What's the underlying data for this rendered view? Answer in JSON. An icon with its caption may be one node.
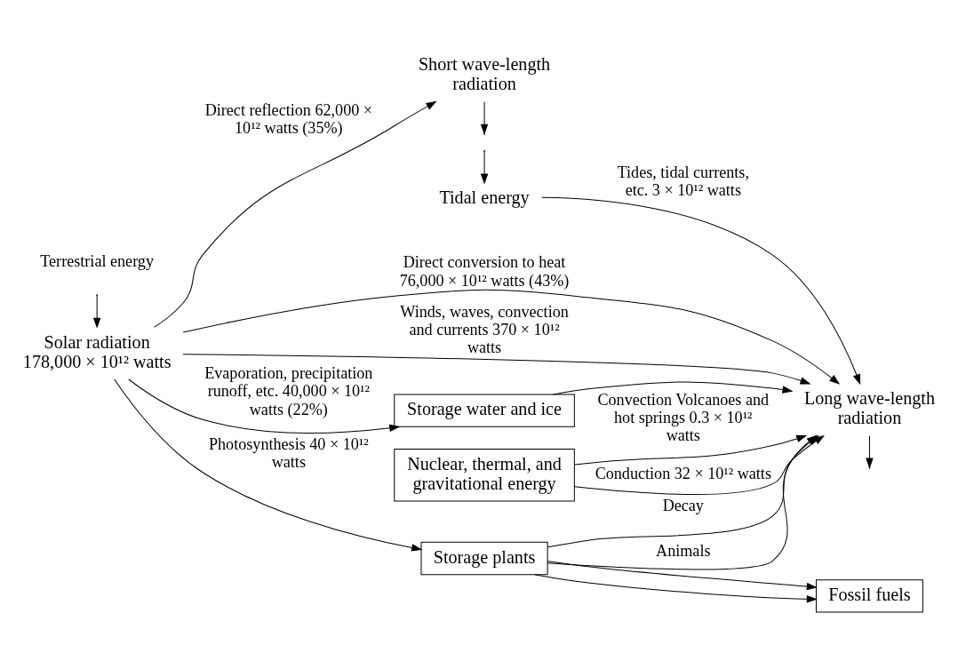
{
  "diagram": {
    "nodes": [
      {
        "text": [
          "Solar radiation 178,000 × 10¹² watts"
        ]
      },
      {
        "text": [
          "Short wave-length radiation"
        ]
      },
      {
        "text": [
          "Long wave-length radiation"
        ]
      },
      {
        "text": [
          "Tidal energy"
        ]
      },
      {
        "text": [
          "Storage water and ice"
        ]
      },
      {
        "text": [
          "Storage plants"
        ]
      },
      {
        "text": [
          "Fossil fuels"
        ]
      },
      {
        "text": [
          "Nuclear, thermal, and gravitational energy"
        ]
      }
    ],
    "edges": [
      {
        "from": null,
        "to": 0,
        "arrow": "to"
      },
      {
        "from": 1,
        "to": null,
        "arrow": "to"
      },
      {
        "from": 2,
        "to": null,
        "arrow": "to"
      },
      {
        "from": null,
        "to": 3,
        "arrow": "to"
      },
      {
        "from": 0,
        "to": 1,
        "arrow": "to",
        "label": "Direct reflection 62,000 × 10¹² watts (35%)"
      },
      {
        "from": 0,
        "to": 2,
        "arrow": "to",
        "label": "Direct conversion to heat 76,000 × 10¹² watts (43%)"
      },
      {
        "from": 0,
        "to": 4,
        "arrow": "to",
        "label": "Evaporation, precipitation runoff, etc. 40,000 × 10¹² watts (22%)"
      },
      {
        "from": 4,
        "to": 2,
        "arrow": "to"
      },
      {
        "from": 0,
        "to": 2,
        "arrow": "to",
        "label": "Winds, waves, convection and currents 370 × 10¹² watts"
      },
      {
        "from": 0,
        "to": 5,
        "arrow": "to",
        "label": "Photosynthesis 40 × 10¹² watts"
      },
      {
        "from": 5,
        "to": 2,
        "arrow": "to",
        "label": "Decay"
      },
      {
        "from": 5,
        "to": 2,
        "arrow": "to",
        "label": "Animals"
      },
      {
        "from": 5,
        "to": 6,
        "arrow": "to"
      },
      {
        "from": 5,
        "to": 6,
        "arrow": "to"
      },
      {
        "from": 3,
        "to": 2,
        "arrow": "to",
        "label": "Tides, tidal currents, etc. 3 × 10¹² watts"
      },
      {
        "from": 7,
        "to": 2,
        "arrow": "to",
        "label": "Convection Volcanoes and hot springs 0.3 × 10¹² watts"
      },
      {
        "from": 7,
        "to": 2,
        "arrow": "to",
        "label": "Conduction 32 × 10¹² watts"
      }
    ],
    "labels": [
      "Terrestrial energy"
    ]
  }
}
